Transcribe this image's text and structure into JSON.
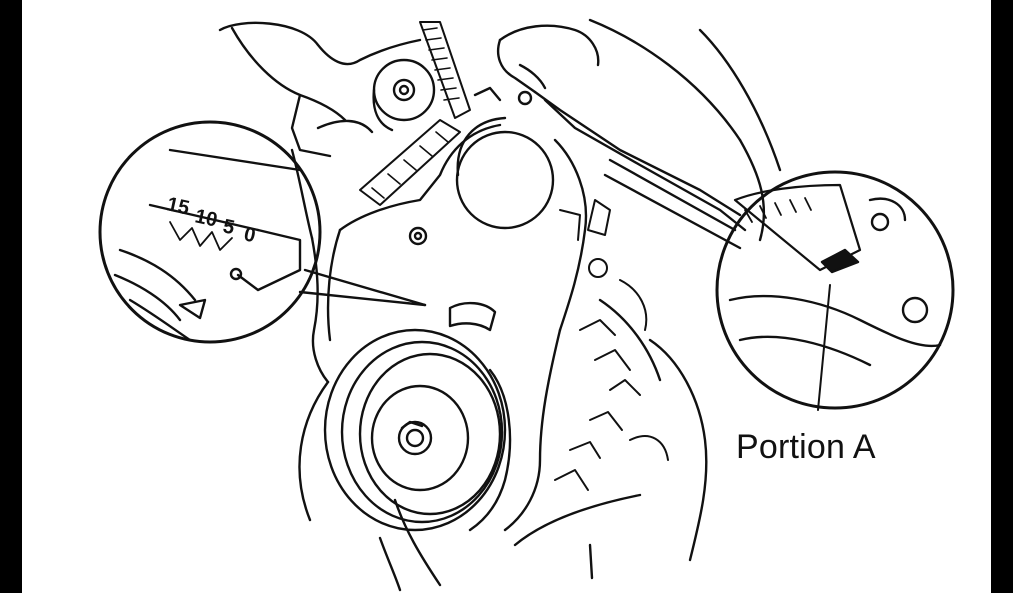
{
  "callout": {
    "label": "Portion A"
  },
  "timing_scale": {
    "marks": [
      "15",
      "10",
      "5",
      "0"
    ]
  },
  "colors": {
    "ink": "#111111",
    "paper": "#ffffff",
    "frame": "#000000"
  }
}
